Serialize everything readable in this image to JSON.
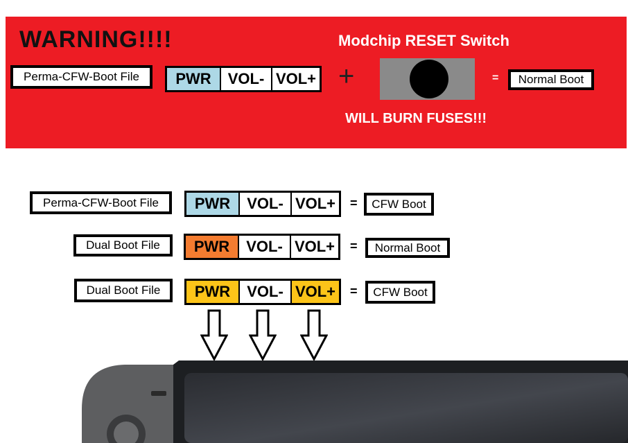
{
  "banner": {
    "warning": "WARNING!!!!",
    "title": "Modchip RESET Switch",
    "burn_text": "WILL BURN FUSES!!!",
    "file_label": "Perma-CFW-Boot File",
    "plus": "+",
    "equals": "=",
    "result": "Normal Boot",
    "buttons": [
      {
        "label": "PWR",
        "color": "#add8e6"
      },
      {
        "label": "VOL-",
        "color": "#ffffff"
      },
      {
        "label": "VOL+",
        "color": "#ffffff"
      }
    ]
  },
  "rows": [
    {
      "file_label": "Perma-CFW-Boot File",
      "equals": "=",
      "result": "CFW Boot",
      "buttons": [
        {
          "label": "PWR",
          "color": "#add8e6"
        },
        {
          "label": "VOL-",
          "color": "#ffffff"
        },
        {
          "label": "VOL+",
          "color": "#ffffff"
        }
      ]
    },
    {
      "file_label": "Dual Boot File",
      "equals": "=",
      "result": "Normal Boot",
      "buttons": [
        {
          "label": "PWR",
          "color": "#f47c30"
        },
        {
          "label": "VOL-",
          "color": "#ffffff"
        },
        {
          "label": "VOL+",
          "color": "#ffffff"
        }
      ]
    },
    {
      "file_label": "Dual Boot File",
      "equals": "=",
      "result": "CFW Boot",
      "buttons": [
        {
          "label": "PWR",
          "color": "#fcc419"
        },
        {
          "label": "VOL-",
          "color": "#ffffff"
        },
        {
          "label": "VOL+",
          "color": "#fcc419"
        }
      ]
    }
  ],
  "colors": {
    "banner_bg": "#ed1c24",
    "device_body": "#5a5a5a",
    "device_screen": "#2b2e33"
  }
}
